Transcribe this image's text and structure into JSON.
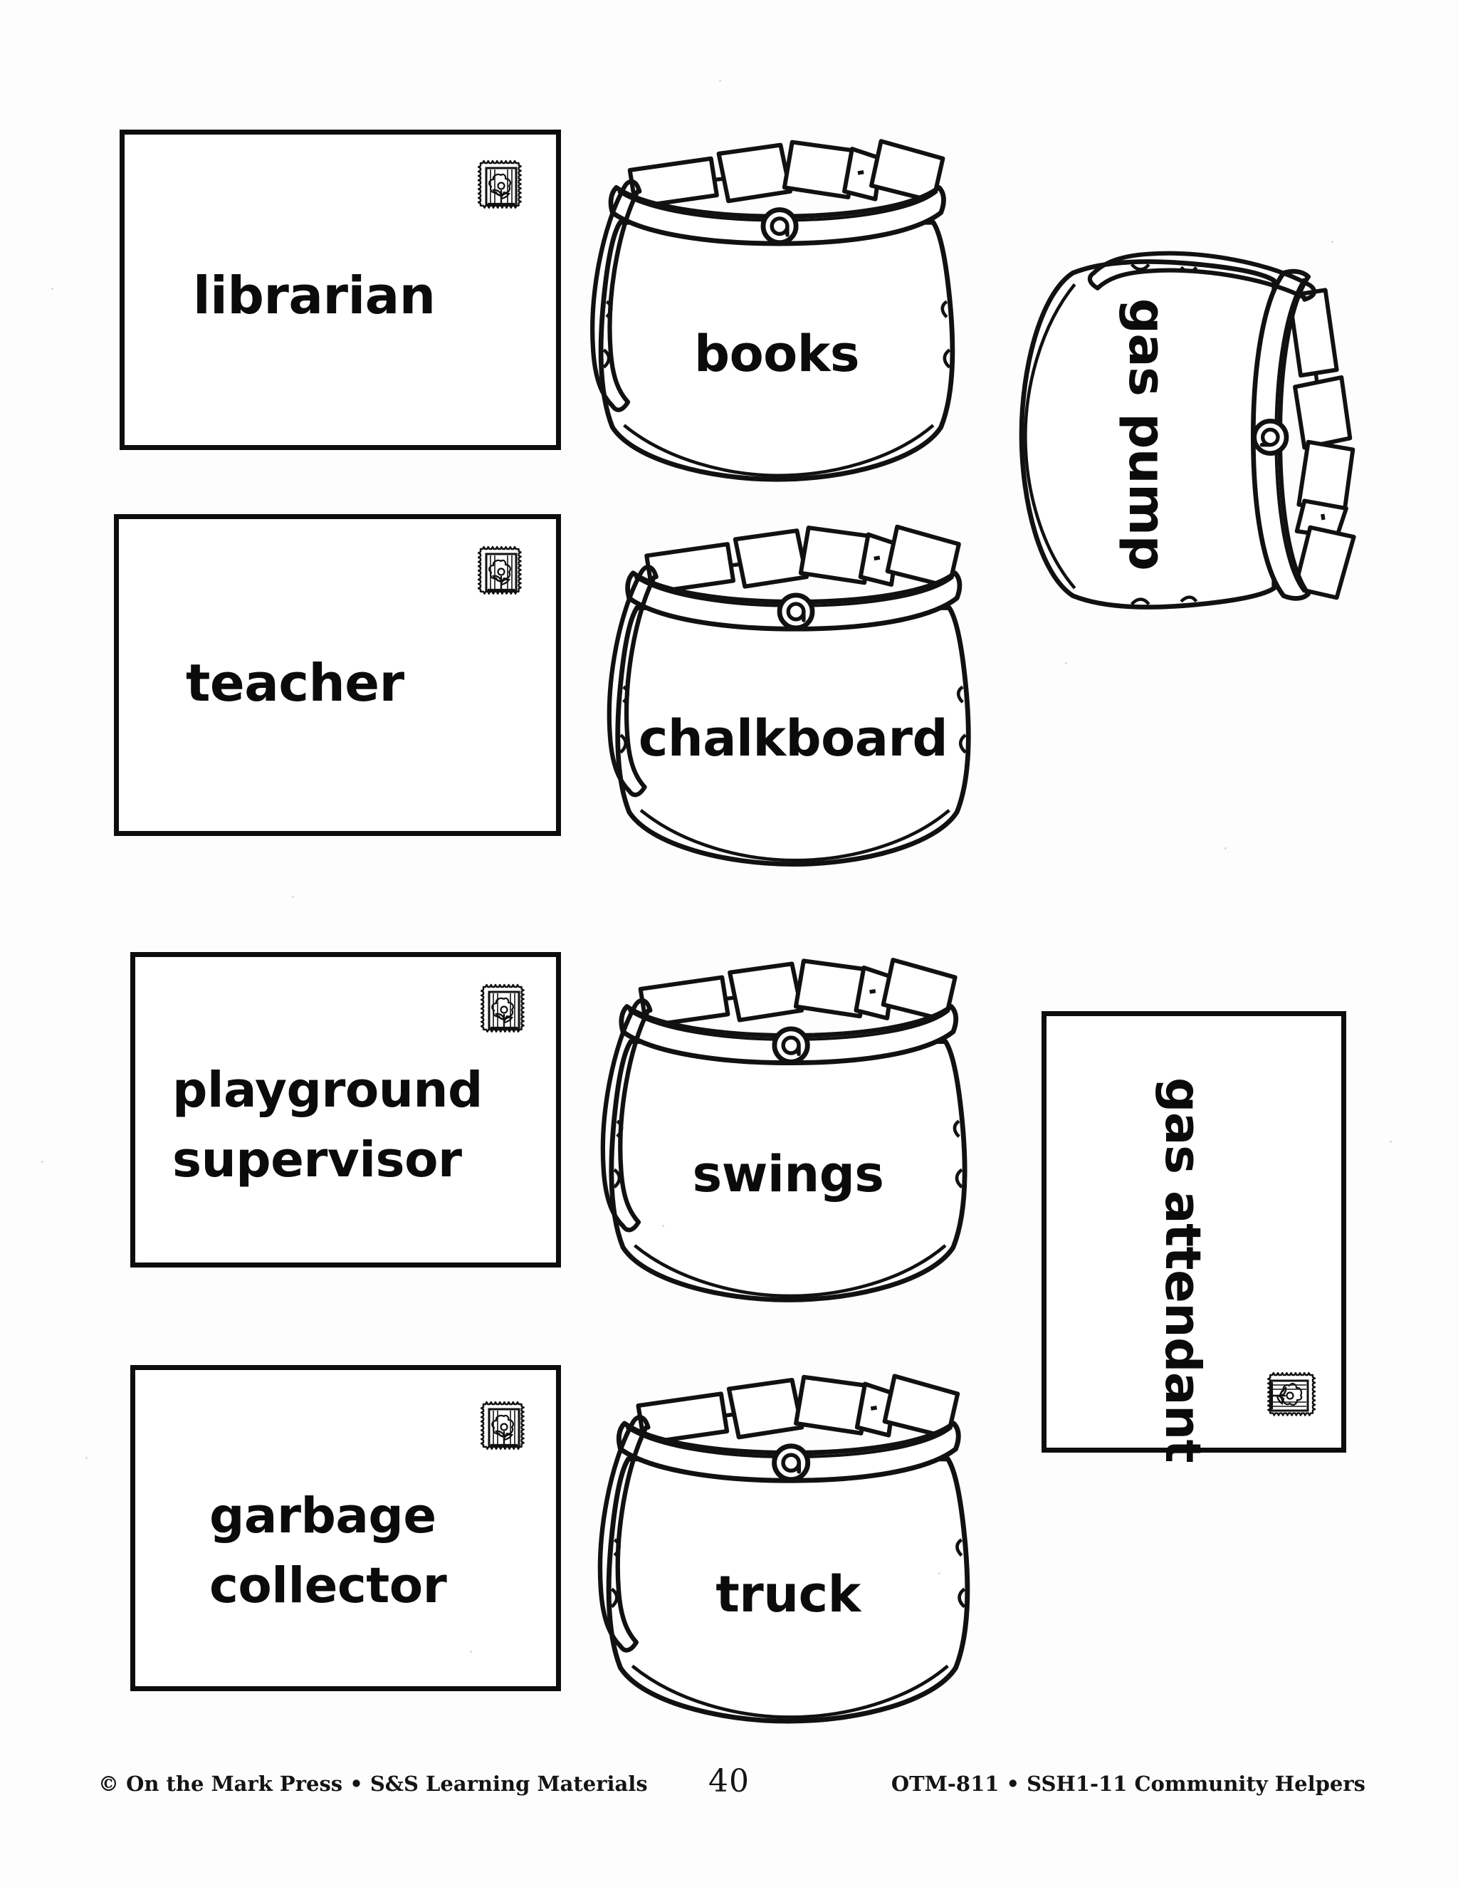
{
  "page": {
    "title": "Community Helpers cut-and-match worksheet",
    "background_color": "#ffffff",
    "ink_color": "#0b0b0b"
  },
  "cards": [
    {
      "id": "librarian",
      "type": "envelope",
      "label": "librarian",
      "stamp_icon": "postage-stamp-flower-icon",
      "orientation": "upright"
    },
    {
      "id": "teacher",
      "type": "envelope",
      "label": "teacher",
      "stamp_icon": "postage-stamp-flower-icon",
      "orientation": "upright"
    },
    {
      "id": "playground-supervisor",
      "type": "envelope",
      "label": "playground\nsupervisor",
      "label_line_1": "playground",
      "label_line_2": "supervisor",
      "stamp_icon": "postage-stamp-flower-icon",
      "orientation": "upright"
    },
    {
      "id": "garbage-collector",
      "type": "envelope",
      "label": "garbage\ncollector",
      "label_line_1": "garbage",
      "label_line_2": "collector",
      "stamp_icon": "postage-stamp-flower-icon",
      "orientation": "upright"
    },
    {
      "id": "gas-attendant",
      "type": "envelope",
      "label": "gas attendant",
      "stamp_icon": "postage-stamp-flower-icon",
      "orientation": "rotated-90-clockwise"
    }
  ],
  "bags": [
    {
      "id": "books",
      "type": "mail-bag",
      "label": "books",
      "orientation": "upright"
    },
    {
      "id": "chalkboard",
      "type": "mail-bag",
      "label": "chalkboard",
      "orientation": "upright"
    },
    {
      "id": "swings",
      "type": "mail-bag",
      "label": "swings",
      "orientation": "upright"
    },
    {
      "id": "truck",
      "type": "mail-bag",
      "label": "truck",
      "orientation": "upright"
    },
    {
      "id": "gas-pump",
      "type": "mail-bag",
      "label": "gas pump",
      "orientation": "rotated-90-clockwise"
    }
  ],
  "footer": {
    "copyright": "© On the Mark Press • S&S Learning Materials",
    "page_number": "40",
    "reference": "OTM-811 • SSH1-11 Community Helpers"
  }
}
